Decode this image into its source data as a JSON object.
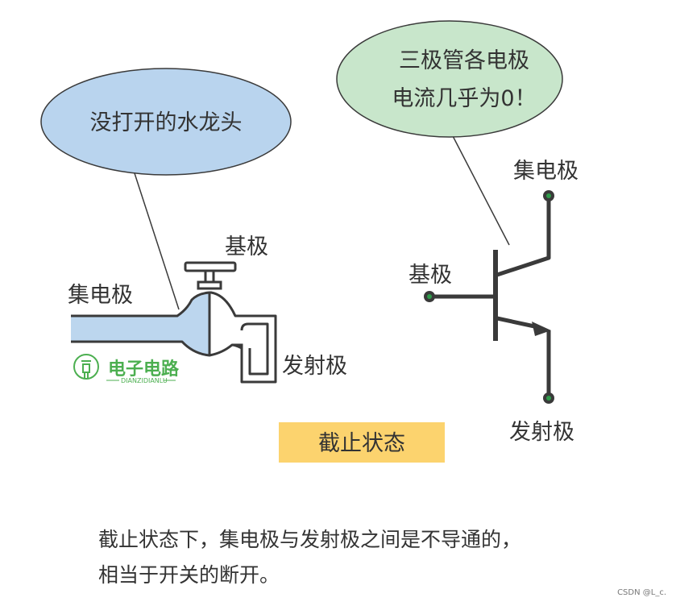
{
  "bubbles": {
    "faucet": "没打开的水龙头",
    "transistor_line1": "三极管各电极",
    "transistor_line2": "电流几乎为0！"
  },
  "faucet_labels": {
    "collector": "集电极",
    "base": "基极",
    "emitter": "发射极"
  },
  "transistor_labels": {
    "collector": "集电极",
    "base": "基极",
    "emitter": "发射极"
  },
  "state_label": "截止状态",
  "logo": {
    "text": "电子电路",
    "subtext": "DIANZIDIANLU"
  },
  "caption": {
    "line1": "截止状态下，集电极与发射极之间是不导通的，",
    "line2": "相当于开关的断开。"
  },
  "watermark": "CSDN @L_c.",
  "colors": {
    "bubble_blue": "#b9d4ee",
    "bubble_green": "#c8e6cb",
    "pipe_water": "#bcd6ee",
    "dark_stroke": "#3a3a3a",
    "terminal_dot": "#2e9b4a",
    "state_box": "#fcd36e",
    "logo_green": "#4caf50"
  }
}
